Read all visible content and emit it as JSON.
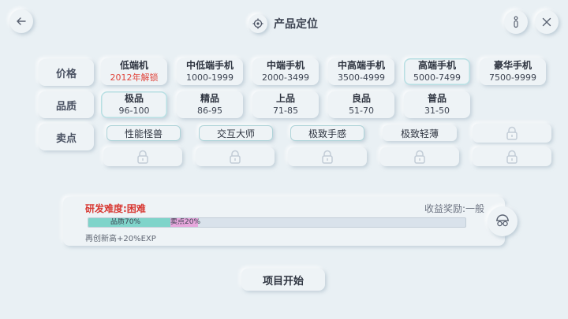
{
  "header": {
    "title": "产品定位",
    "icons": {
      "back": "arrow-left-icon",
      "title": "crosshair-icon",
      "help": "info-icon",
      "close": "close-icon"
    }
  },
  "rows": {
    "price_label": "价格",
    "quality_label": "品质",
    "selling_label": "卖点"
  },
  "price_options": [
    {
      "name": "低端机",
      "sub": "2012年解锁",
      "locked": true,
      "selected": false
    },
    {
      "name": "中低端手机",
      "sub": "1000-1999",
      "locked": false,
      "selected": false
    },
    {
      "name": "中端手机",
      "sub": "2000-3499",
      "locked": false,
      "selected": false
    },
    {
      "name": "中高端手机",
      "sub": "3500-4999",
      "locked": false,
      "selected": false
    },
    {
      "name": "高端手机",
      "sub": "5000-7499",
      "locked": false,
      "selected": true
    },
    {
      "name": "豪华手机",
      "sub": "7500-9999",
      "locked": false,
      "selected": false
    }
  ],
  "quality_options": [
    {
      "name": "极品",
      "sub": "96-100",
      "selected": true
    },
    {
      "name": "精品",
      "sub": "86-95",
      "selected": false
    },
    {
      "name": "上品",
      "sub": "71-85",
      "selected": false
    },
    {
      "name": "良品",
      "sub": "51-70",
      "selected": false
    },
    {
      "name": "普品",
      "sub": "31-50",
      "selected": false
    }
  ],
  "selling_points": [
    {
      "label": "性能怪兽",
      "tagged": true
    },
    {
      "label": "交互大师",
      "tagged": true
    },
    {
      "label": "极致手感",
      "tagged": true
    },
    {
      "label": "极致轻薄",
      "tagged": false
    }
  ],
  "progress": {
    "difficulty": "研发难度:困难",
    "reward": "收益奖励:一般",
    "quality_label": "品质70%",
    "quality_pct": 0.25,
    "selling_label": "卖点20%",
    "selling_pct": 0.04,
    "bonus": "再创新高+20%EXP"
  },
  "start_label": "项目开始",
  "colors": {
    "accent_teal": "#7fd4ca",
    "accent_pink": "#e6a7dc",
    "warning_red": "#e0433a"
  }
}
